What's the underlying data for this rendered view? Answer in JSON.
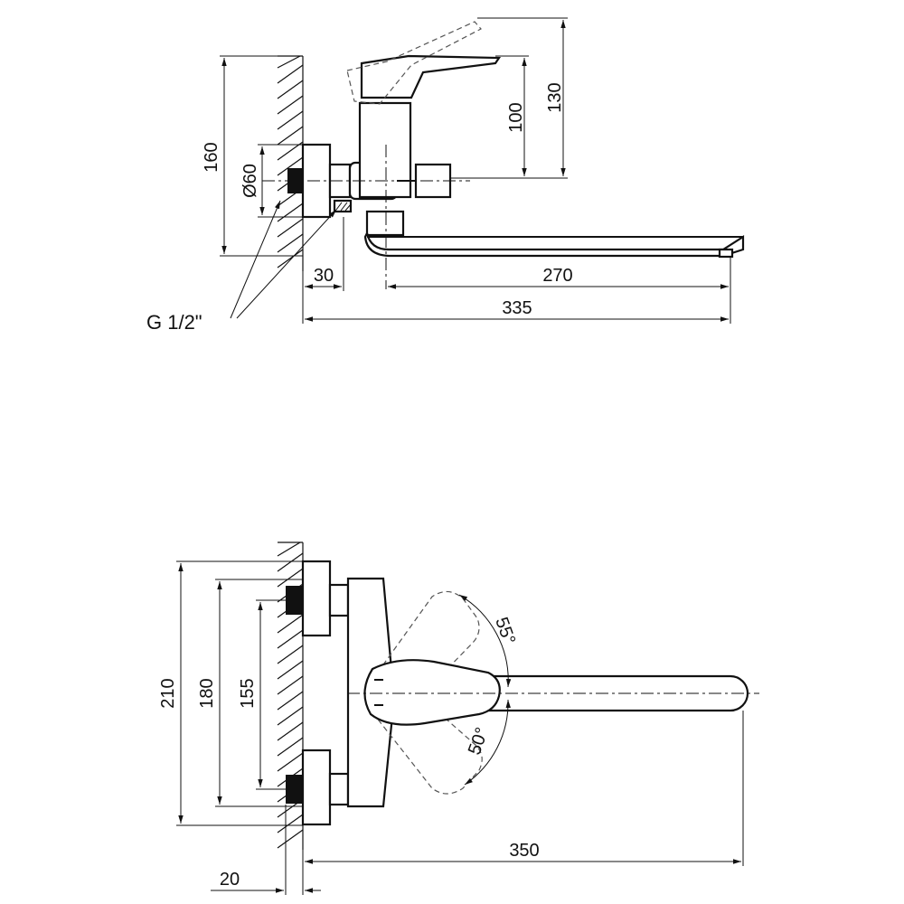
{
  "side_view": {
    "dims": {
      "height_total": "160",
      "diameter": "Ø60",
      "spout_height_a": "100",
      "spout_height_b": "130",
      "wall_offset": "30",
      "spout_reach": "270",
      "total_length": "335"
    },
    "thread_label": "G 1/2\""
  },
  "top_view": {
    "dims": {
      "width_outer": "210",
      "width_mid": "180",
      "center_spacing": "155",
      "angle_up": "55°",
      "angle_down": "50°",
      "spout_length": "350",
      "depth": "20"
    }
  }
}
